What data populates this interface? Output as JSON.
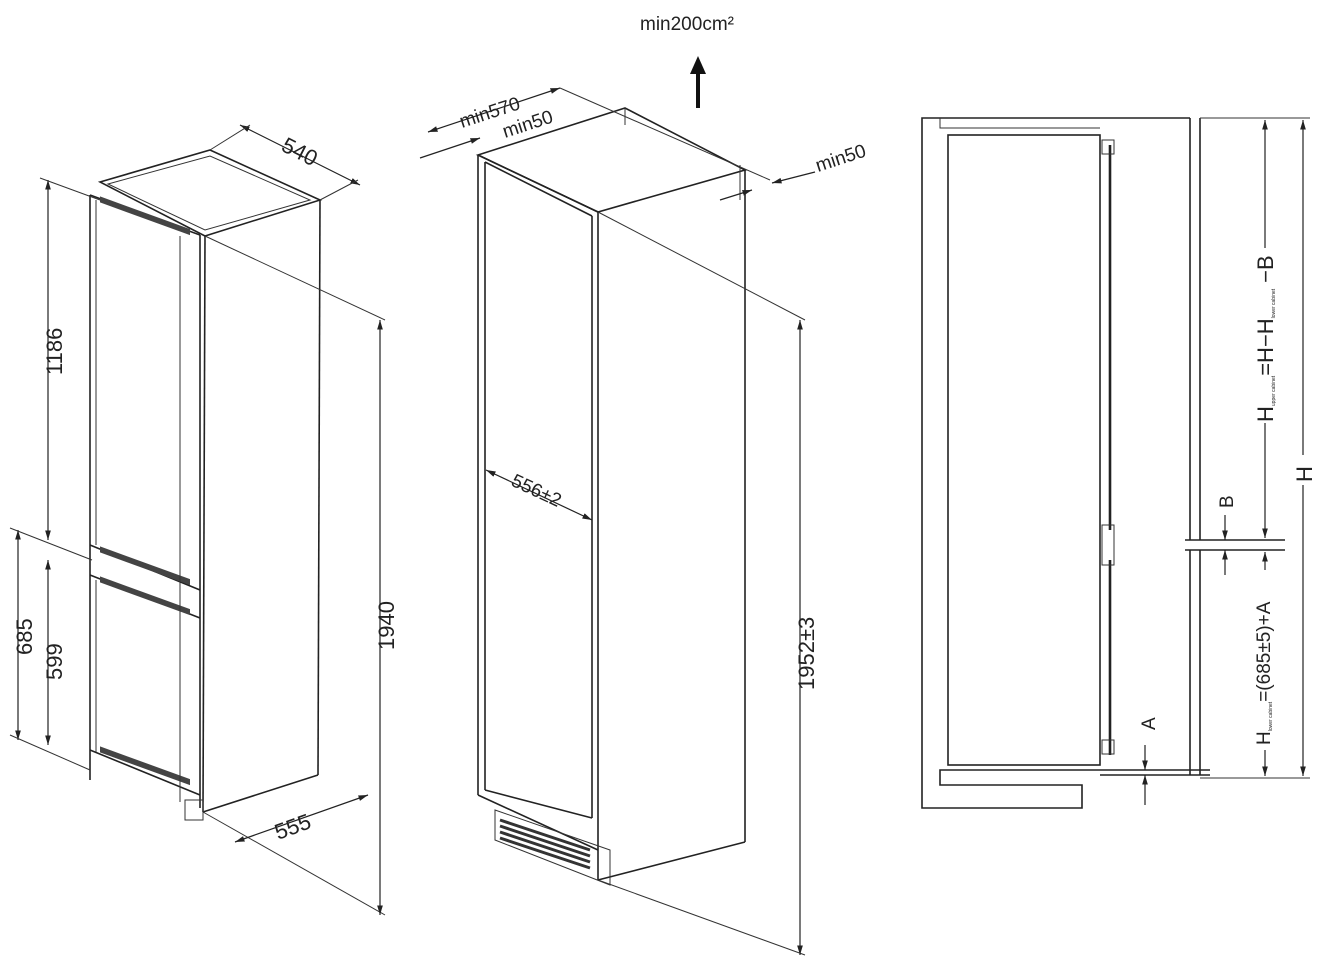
{
  "ventilation": {
    "label": "min200cm²"
  },
  "appliance": {
    "width": "540",
    "depth": "555",
    "height": "1940",
    "upper_door": "1186",
    "lower_door": "599",
    "lower_section": "685"
  },
  "cabinet": {
    "min_depth": "min570",
    "min_gap_rear": "min50",
    "min_gap_side": "min50",
    "inner_width": "556±2",
    "inner_height": "1952±3"
  },
  "section_view": {
    "total_height": "H",
    "upper_formula_main": "H",
    "upper_sub": "upper cabinet",
    "upper_formula_rest": "=H−H",
    "upper_sub2": "lower cabinet",
    "upper_formula_end": "−B",
    "lower_formula_main": "H",
    "lower_sub": "lower cabinet",
    "lower_formula_rest": "=(685±5)+A",
    "gap_b": "B",
    "gap_a": "A"
  }
}
